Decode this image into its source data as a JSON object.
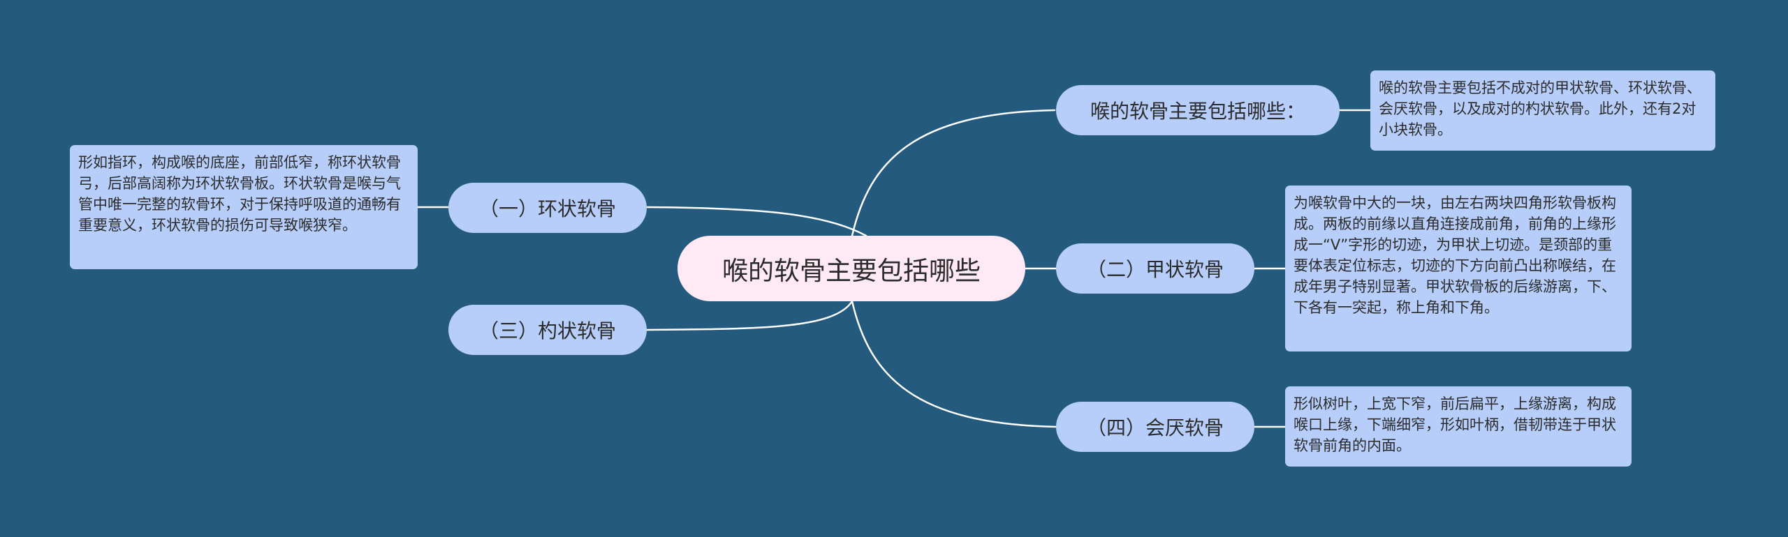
{
  "colors": {
    "background": "#235a7d",
    "root_fill": "#ffe9f4",
    "node_fill": "#b7cefa",
    "connector": "#ffffff"
  },
  "root": {
    "label": "喉的软骨主要包括哪些"
  },
  "branches": [
    {
      "label": "喉的软骨主要包括哪些：",
      "detail": "喉的软骨主要包括不成对的甲状软骨、环状软骨、会厌软骨，以及成对的杓状软骨。此外，还有2对小块软骨。"
    },
    {
      "label": "（二）甲状软骨",
      "detail": "为喉软骨中大的一块，由左右两块四角形软骨板构成。两板的前缘以直角连接成前角，前角的上缘形成一“V”字形的切迹，为甲状上切迹。是颈部的重要体表定位标志，切迹的下方向前凸出称喉结，在成年男子特别显著。甲状软骨板的后缘游离，下、下各有一突起，称上角和下角。"
    },
    {
      "label": "（四）会厌软骨",
      "detail": "形似树叶，上宽下窄，前后扁平，上缘游离，构成喉口上缘，下端细窄，形如叶柄，借韧带连于甲状软骨前角的内面。"
    },
    {
      "label": "（一）环状软骨",
      "detail": "形如指环，构成喉的底座，前部低窄，称环状软骨弓，后部高阔称为环状软骨板。环状软骨是喉与气管中唯一完整的软骨环，对于保持呼吸道的通畅有重要意义，环状软骨的损伤可导致喉狭窄。"
    },
    {
      "label": "（三）杓状软骨"
    }
  ]
}
